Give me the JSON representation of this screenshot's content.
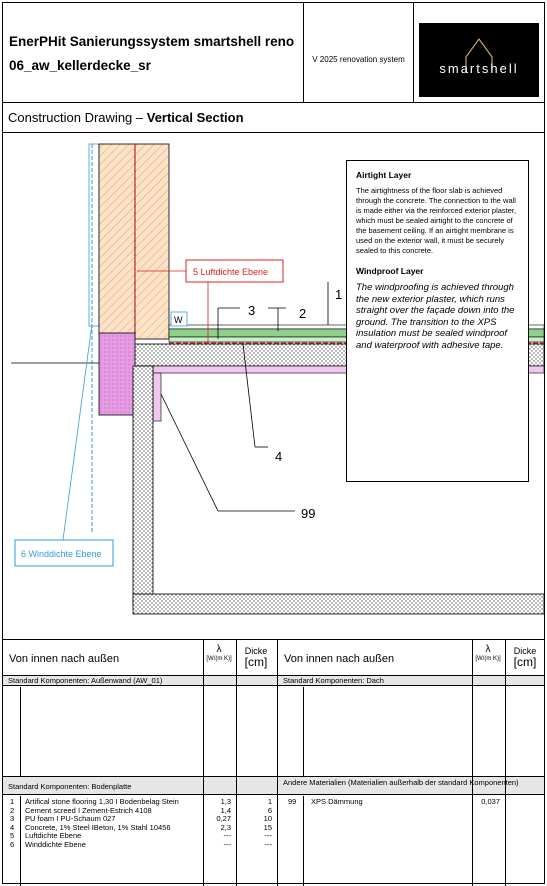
{
  "header": {
    "title_line1": "EnerPHit Sanierungssystem smartshell reno",
    "title_line2": "06_aw_kellerdecke_sr",
    "version": "V 2025 renovation system",
    "logo_text": "smartshell"
  },
  "subtitle": {
    "prefix": "Construction Drawing – ",
    "emphasis": "Vertical Section"
  },
  "drawing": {
    "label_airtight_plane": "5 Luftdichte Ebene",
    "label_windtight_plane": "6 Winddichte Ebene",
    "label_w": "W",
    "callouts": [
      "1",
      "2",
      "3",
      "4",
      "99"
    ],
    "colors": {
      "hatch_orange": "#e8a070",
      "wall_fill": "#fbe3c8",
      "magenta": "#e79be4",
      "pink": "#f2c6f0",
      "green": "#8fd08a",
      "red": "#e02020",
      "blue": "#2f9de0"
    }
  },
  "notes": {
    "airtight_title": "Airtight Layer",
    "airtight_text": "The airtightness of the floor slab is achieved through the concrete. The connection to the wall is made either via the reinforced exterior plaster, which must be sealed airtight to the concrete of the basement ceiling. If an airtight membrane is used on the exterior wall, it must be securely sealed to this concrete.",
    "windproof_title": "Windproof Layer",
    "windproof_text": "The windproofing is achieved through the new exterior plaster, which runs straight over the façade down into the ground. The transition to the XPS insulation must be sealed windproof and waterproof with adhesive tape."
  },
  "table": {
    "left_header": "Von innen nach außen",
    "right_header": "Von innen nach außen",
    "lambda_symbol": "λ",
    "lambda_unit": "[W/(m K)]",
    "dicke_label": "Dicke",
    "dicke_unit": "[cm]",
    "section_aw": "Standard Komponenten: Außenwand (AW_01)",
    "section_dach": "Standard Komponenten: Dach",
    "section_boden": "Standard Komponenten: Bodenplatte",
    "section_andere": "Andere Materialien (Materialien außerhalb der standard Komponenten)",
    "boden_rows": [
      {
        "no": "1",
        "name": "Artifical stone flooring 1,30 I Bodenbelag Stein",
        "lambda": "1,3",
        "dicke": "1"
      },
      {
        "no": "2",
        "name": "Cement screed  I  Zement-Estrich 4108",
        "lambda": "1,4",
        "dicke": "6"
      },
      {
        "no": "3",
        "name": "PU foam I PU-Schaum 027",
        "lambda": "0,27",
        "dicke": "10"
      },
      {
        "no": "4",
        "name": "Concrete, 1% Steel  IBeton, 1% Stahl  10456",
        "lambda": "2,3",
        "dicke": "15"
      },
      {
        "no": "5",
        "name": "Luftdichte Ebene",
        "lambda": "---",
        "dicke": "---"
      },
      {
        "no": "6",
        "name": "Winddichte Ebene",
        "lambda": "---",
        "dicke": "---"
      }
    ],
    "andere_rows": [
      {
        "no": "99",
        "name": "XPS Dämmung",
        "lambda": "0,037",
        "dicke": ""
      }
    ]
  }
}
